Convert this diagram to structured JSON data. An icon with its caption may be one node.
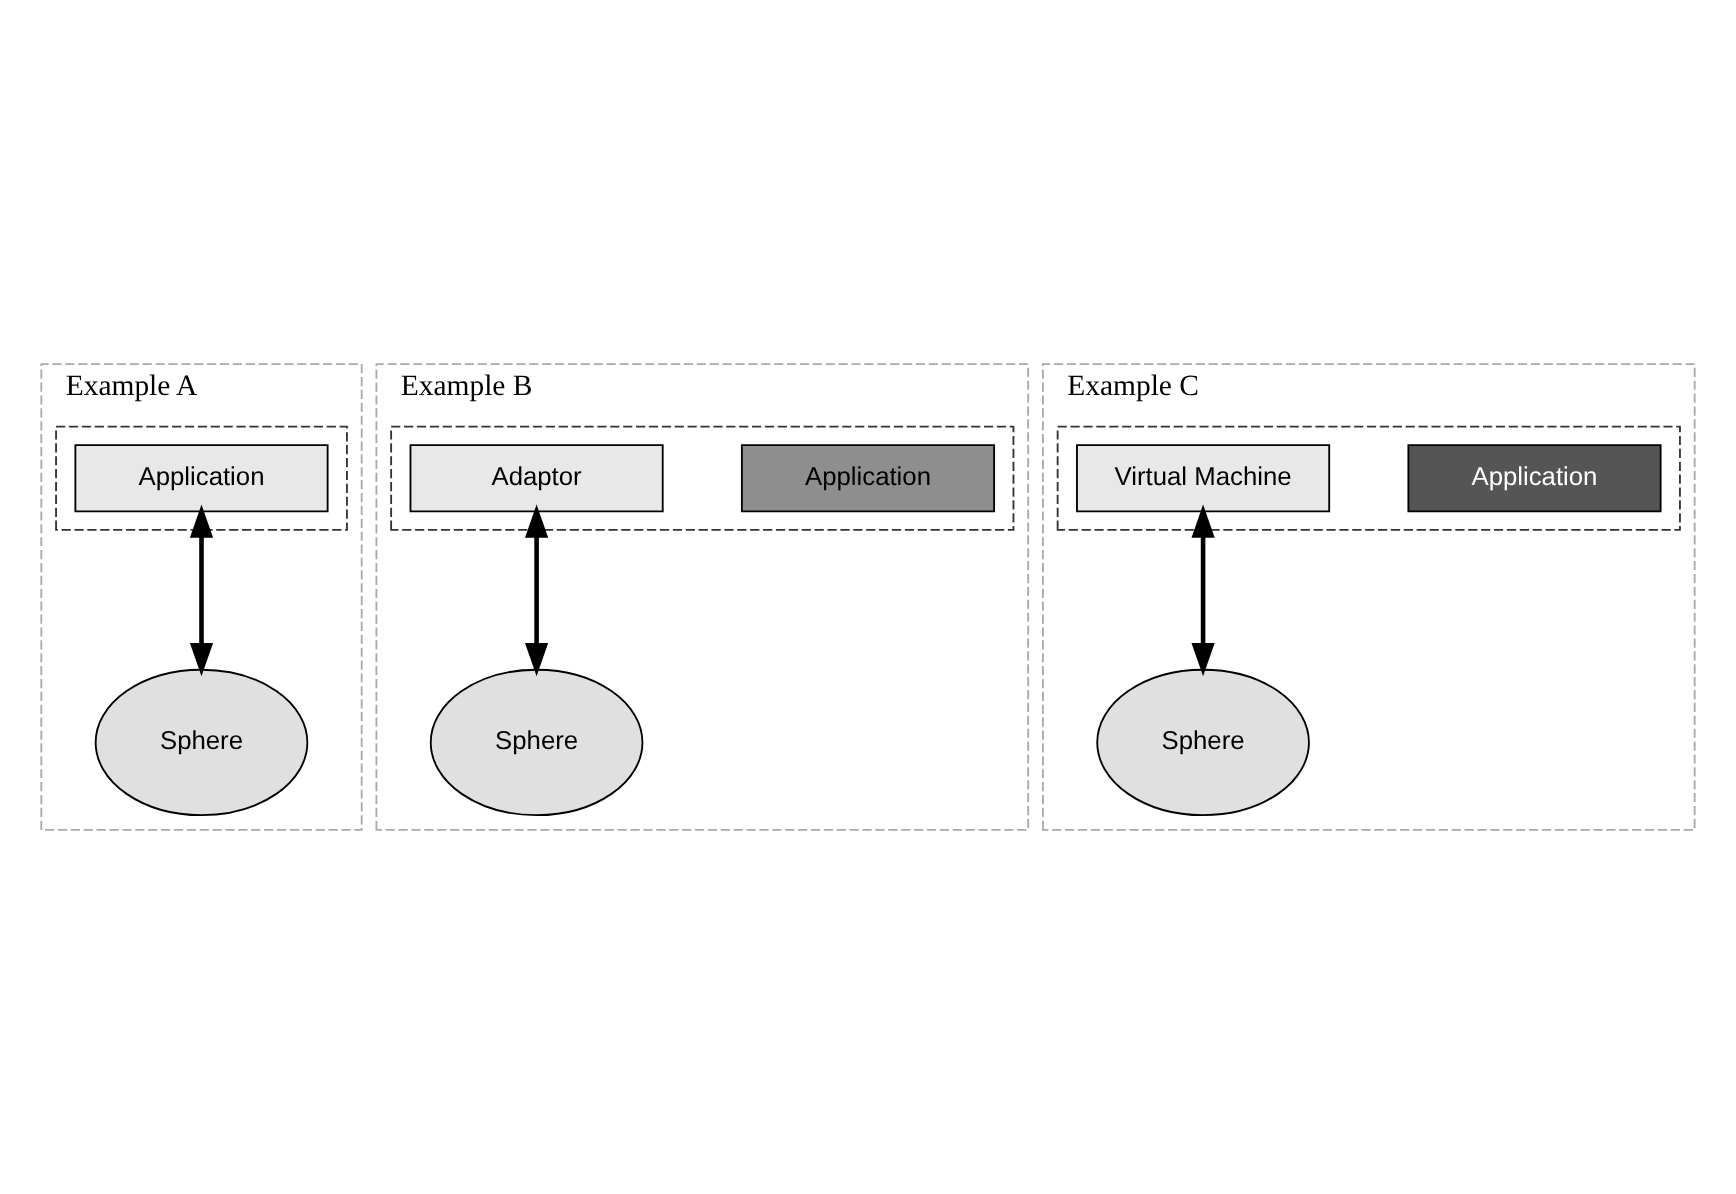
{
  "diagram": {
    "nodes": [
      {
        "text": [
          "Example A"
        ]
      },
      {
        "text": [],
        "shape": "box",
        "in": 0
      },
      {
        "text": [
          "Application"
        ],
        "in": 1
      },
      {
        "text": [
          "Sphere"
        ],
        "in": 0
      },
      {
        "text": [
          "Example B"
        ]
      },
      {
        "text": [],
        "shape": "box",
        "in": 4
      },
      {
        "text": [
          "Application"
        ],
        "in": 5
      },
      {
        "text": [
          "Adaptor"
        ],
        "in": 5
      },
      {
        "text": [
          "Sphere"
        ],
        "in": 4
      },
      {
        "text": [
          "Example C"
        ]
      },
      {
        "text": [],
        "shape": "box",
        "in": 9
      },
      {
        "text": [
          "Application"
        ],
        "in": 10
      },
      {
        "text": [
          "Virtual Machine"
        ],
        "in": 10
      },
      {
        "text": [
          "Sphere"
        ],
        "in": 9
      }
    ],
    "edges": [
      {
        "from": 2,
        "to": 3,
        "arrow": "both"
      },
      {
        "from": 7,
        "to": 8,
        "arrow": "both"
      },
      {
        "from": 12,
        "to": 13,
        "arrow": "both"
      }
    ]
  }
}
